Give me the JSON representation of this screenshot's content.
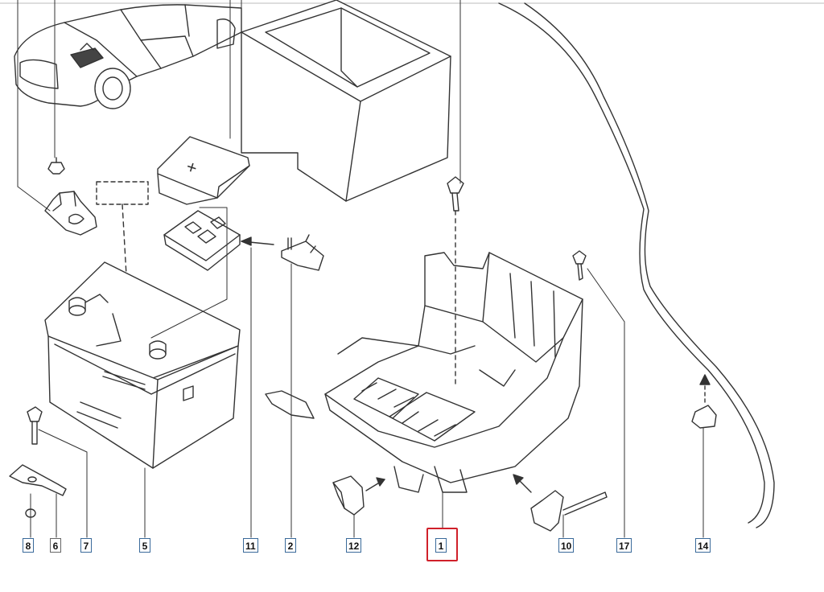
{
  "diagram": {
    "callouts": [
      "8",
      "6",
      "7",
      "5",
      "11",
      "2",
      "12",
      "1",
      "10",
      "17",
      "14"
    ],
    "highlighted_callout": "1",
    "battery_cover_symbol": "+",
    "colors": {
      "line": "#333333",
      "callout_border": "#3a6a9a",
      "highlight": "#d0202a",
      "background": "#ffffff"
    }
  }
}
